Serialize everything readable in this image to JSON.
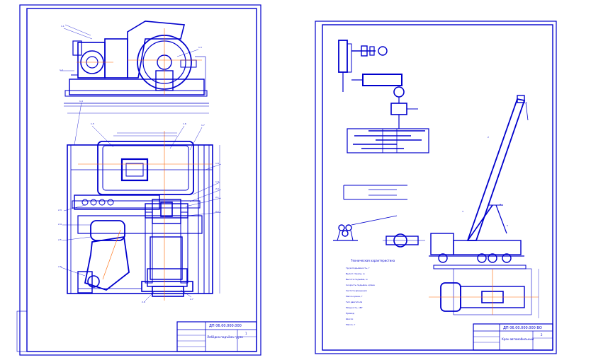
{
  "sheet_left": {
    "title_block": {
      "code": "ДП 06.00.000.000",
      "name": "Лебёдка подъёма груза",
      "sheet": "1"
    }
  },
  "sheet_right": {
    "title_block": {
      "code": "ДП 06.00.000.000 ВО",
      "name": "Кран автомобильный",
      "sheet": "2"
    },
    "spec_title": "Техническая характеристика",
    "spec_lines": [
      "Грузоподъёмность, т",
      "Вылет стрелы, м",
      "Высота подъёма, м",
      "Скорость подъёма, м/мин",
      "Частота вращения",
      "Масса крана, т",
      "Тип двигателя",
      "Мощность, кВт",
      "Привод",
      "Шасси",
      "Масса, т"
    ]
  },
  "colors": {
    "line": "#0000cc",
    "axis": "#ff6600",
    "frame": "#0000cc",
    "background": "#ffffff"
  }
}
